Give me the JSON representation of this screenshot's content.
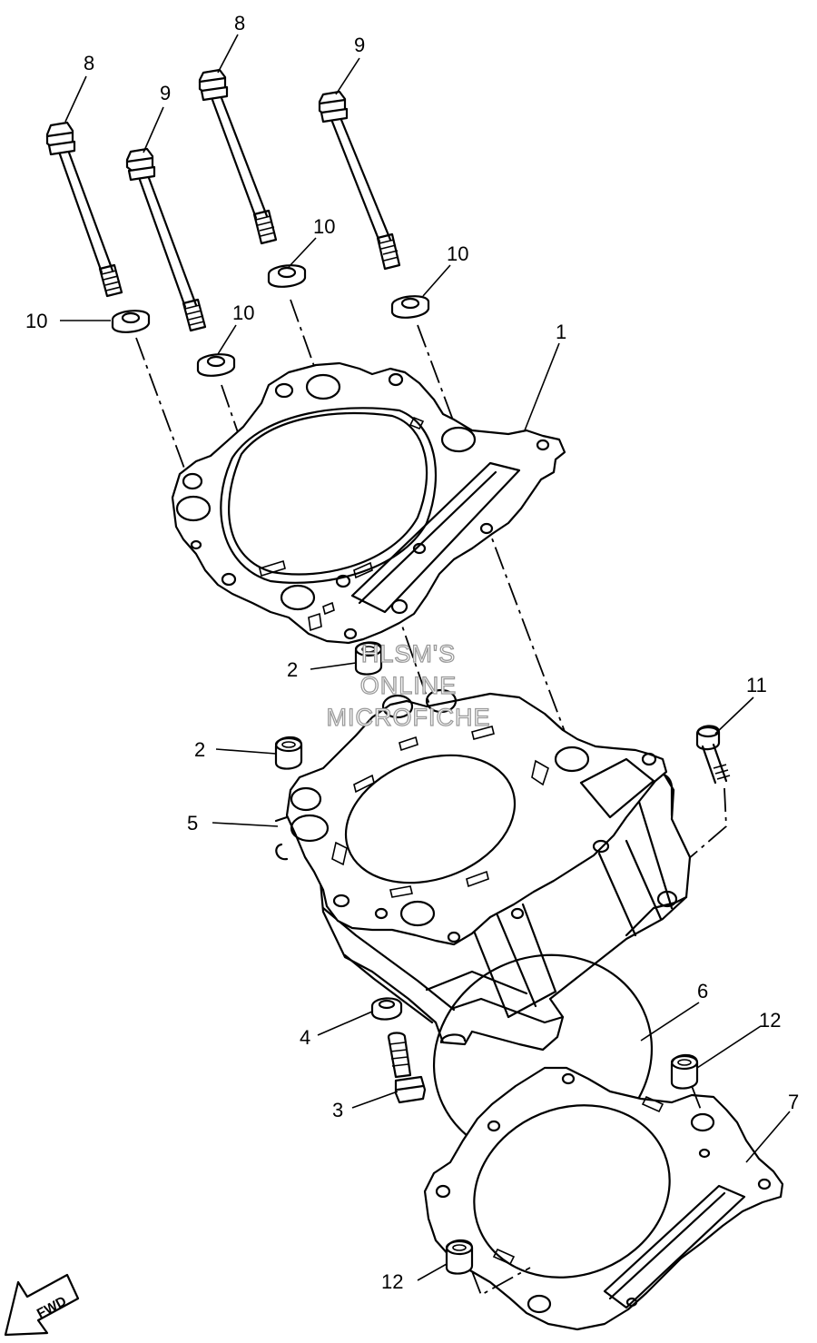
{
  "labels": {
    "c1": "1",
    "c2a": "2",
    "c2b": "2",
    "c3": "3",
    "c4": "4",
    "c5": "5",
    "c6": "6",
    "c7": "7",
    "c8a": "8",
    "c8b": "8",
    "c9a": "9",
    "c9b": "9",
    "c10a": "10",
    "c10b": "10",
    "c10c": "10",
    "c10d": "10",
    "c11": "11",
    "c12a": "12",
    "c12b": "12"
  },
  "watermark": {
    "line1": "HLSM'S",
    "line2": "ONLINE",
    "line3": "MICROFICHE"
  },
  "fwd": "FWD"
}
